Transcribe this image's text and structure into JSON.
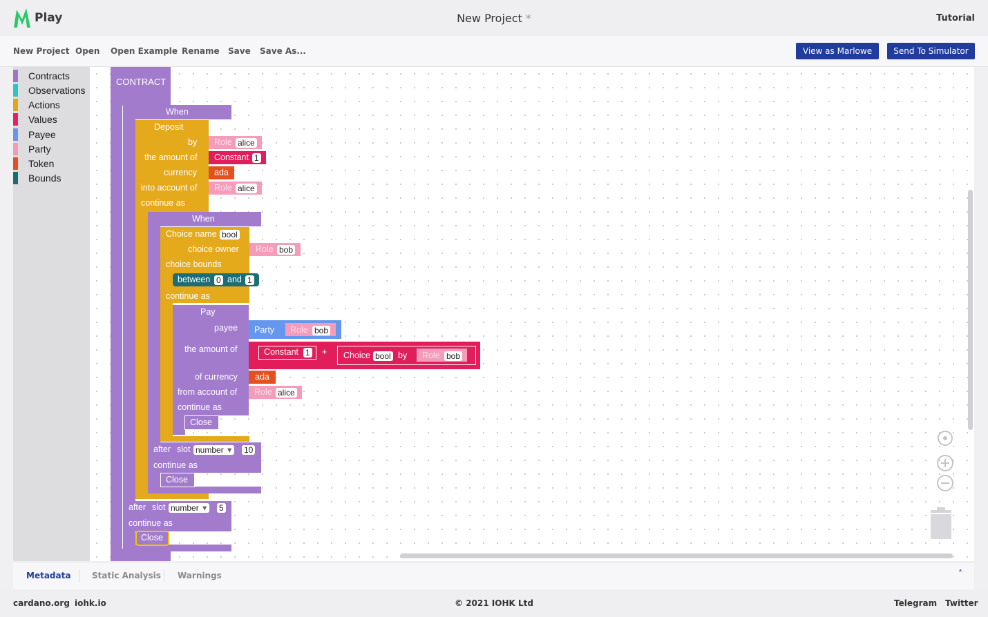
{
  "app": {
    "name": "Play",
    "project_title": "New Project",
    "unsaved_marker": "*",
    "tutorial": "Tutorial"
  },
  "menu": {
    "items": [
      "New Project",
      "Open",
      "Open Example",
      "Rename",
      "Save",
      "Save As..."
    ],
    "view_as_marlowe": "View as Marlowe",
    "send_to_simulator": "Send To Simulator"
  },
  "toolbox": {
    "categories": [
      {
        "label": "Contracts",
        "color": "#9e75c7"
      },
      {
        "label": "Observations",
        "color": "#2fc4c4"
      },
      {
        "label": "Actions",
        "color": "#e0a71a"
      },
      {
        "label": "Values",
        "color": "#e0245e"
      },
      {
        "label": "Payee",
        "color": "#6a95e8"
      },
      {
        "label": "Party",
        "color": "#f29bb6"
      },
      {
        "label": "Token",
        "color": "#e54d24"
      },
      {
        "label": "Bounds",
        "color": "#1c6c73"
      }
    ]
  },
  "colors": {
    "contract": "#a27bcd",
    "action": "#e4aa1b",
    "value": "#e21d5b",
    "party": "#f49cb9",
    "payee": "#6597ec",
    "token": "#e4501f",
    "bound": "#1c6e76",
    "accent": "#1f3c9e"
  },
  "blocks": {
    "root": "CONTRACT",
    "when": "When",
    "deposit": "Deposit",
    "by": "by",
    "the_amount_of": "the amount of",
    "currency": "currency",
    "into_account_of": "into account of",
    "continue_as": "continue as",
    "choice_name": "Choice name",
    "bool": "bool",
    "choice_owner": "choice owner",
    "choice_bounds": "choice bounds",
    "between": "between",
    "and": "and",
    "bound_low": "0",
    "bound_high": "1",
    "pay": "Pay",
    "payee": "payee",
    "party": "Party",
    "of_currency": "of currency",
    "from_account_of": "from account of",
    "close": "Close",
    "after": "after",
    "slot": "slot",
    "number": "number",
    "timeout_inner": "10",
    "timeout_outer": "5",
    "role": "Role",
    "alice": "alice",
    "bob": "bob",
    "constant": "Constant",
    "one": "1",
    "ada": "ada",
    "plus": "+",
    "choice": "Choice"
  },
  "bottom_tabs": [
    "Metadata",
    "Static Analysis",
    "Warnings"
  ],
  "footer": {
    "left_links": [
      "cardano.org",
      "iohk.io"
    ],
    "copyright": "© 2021 IOHK Ltd",
    "right_links": [
      "Telegram",
      "Twitter"
    ]
  }
}
